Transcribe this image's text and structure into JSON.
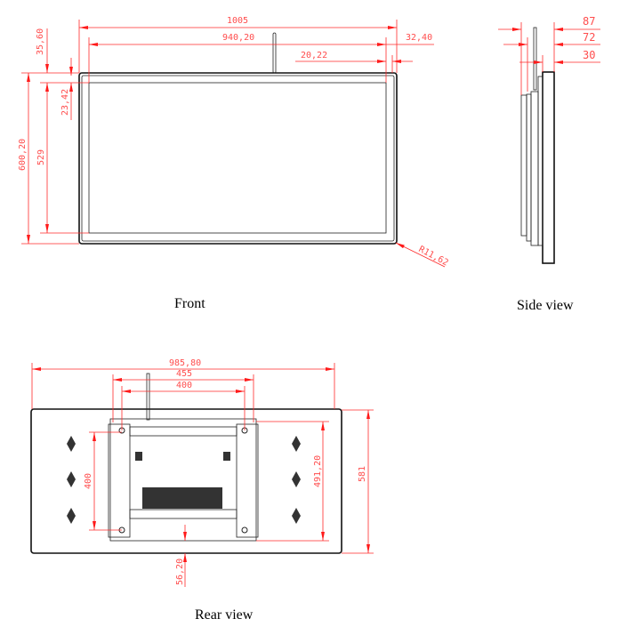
{
  "front": {
    "caption": "Front",
    "dims": {
      "width_total": "1005",
      "width_screen": "940,20",
      "side_offset": "32,40",
      "bezel_right": "20,22",
      "top_margin": "35,60",
      "height_total": "600,20",
      "height_screen": "529",
      "bezel_top": "23,42",
      "corner_radius": "R11,62"
    }
  },
  "side": {
    "caption": "Side view",
    "dims": {
      "depth_total": "87",
      "depth_mid": "72",
      "depth_panel": "30"
    }
  },
  "rear": {
    "caption": "Rear view",
    "dims": {
      "width_total": "985,80",
      "bracket_outer": "455",
      "vesa_h": "400",
      "vesa_v": "400",
      "bracket_height": "491,20",
      "height_total": "581",
      "bottom_offset": "56,20"
    }
  },
  "colors": {
    "dimension": "#ff2a2a",
    "outline": "#111111"
  }
}
